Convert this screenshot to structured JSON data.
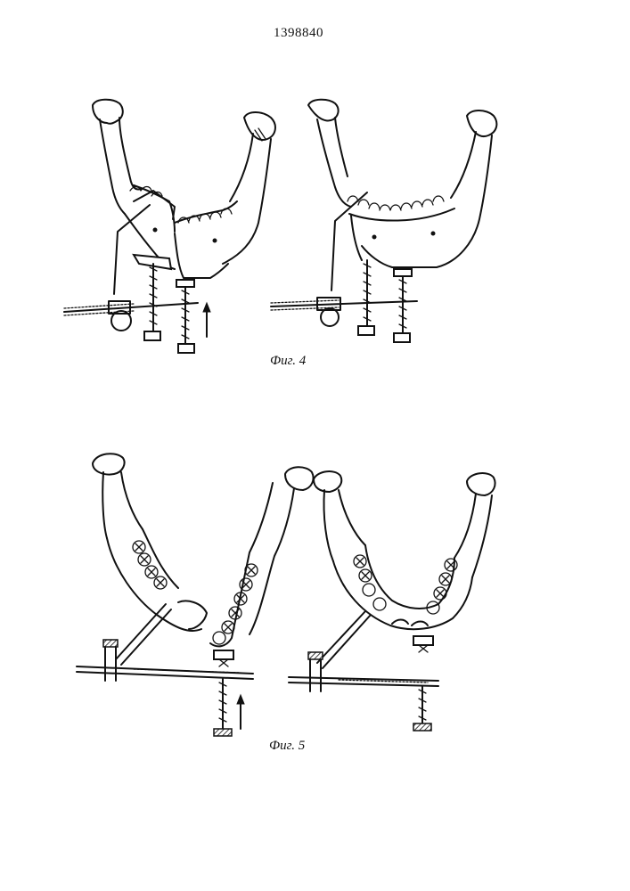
{
  "header": {
    "patent_number": "1398840"
  },
  "figures": [
    {
      "caption": "Фиг. 4"
    },
    {
      "caption": "Фиг. 5"
    }
  ]
}
